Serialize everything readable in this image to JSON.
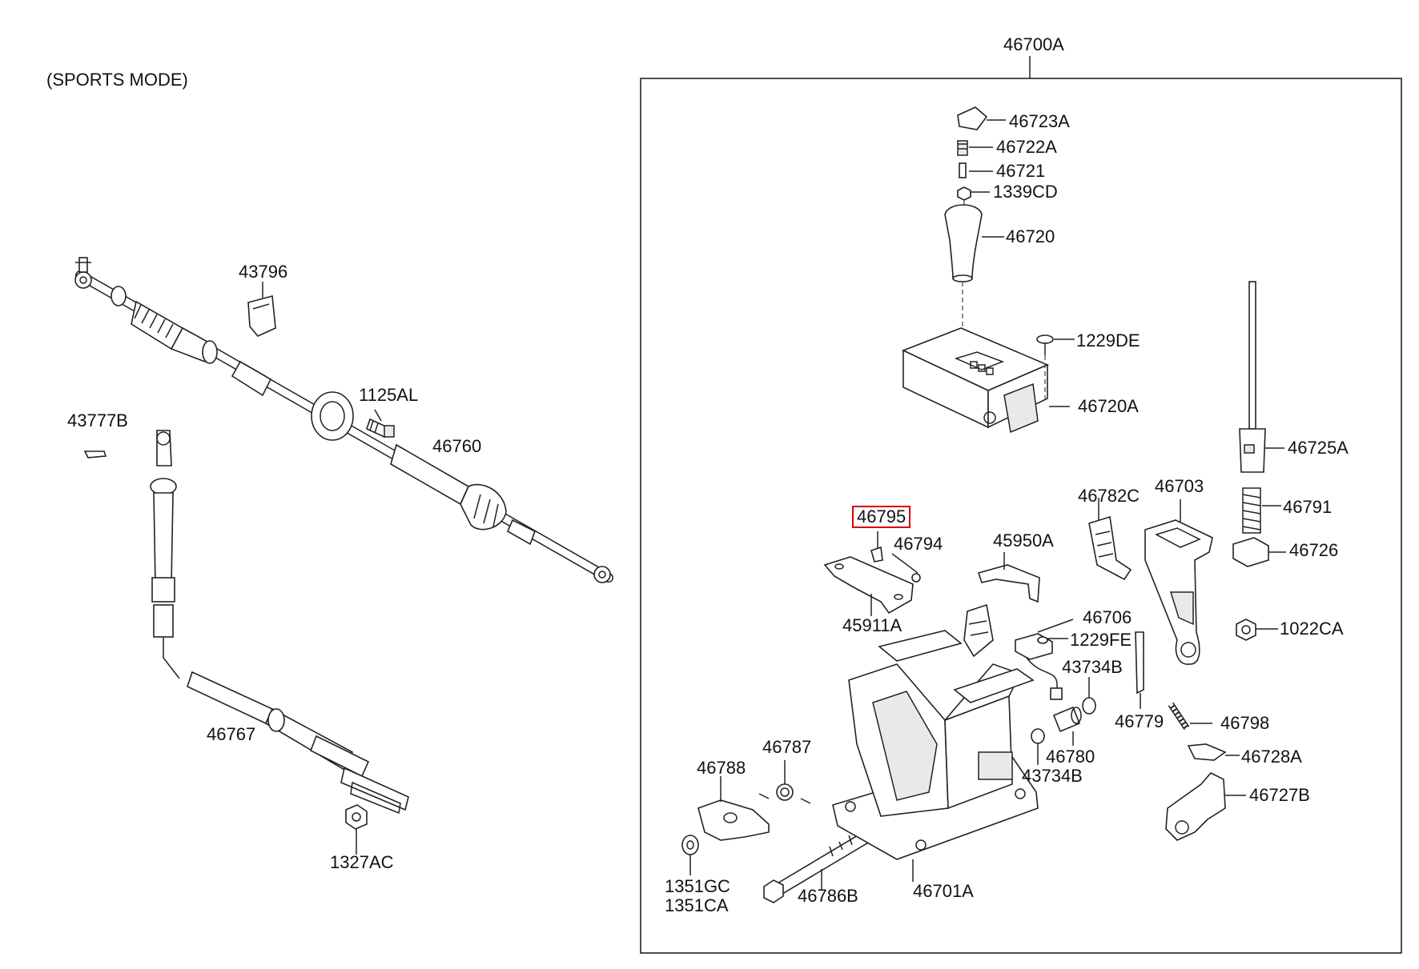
{
  "diagram": {
    "mode_caption": "(SPORTS MODE)",
    "assembly_number": "46700A",
    "highlighted_part": "46795",
    "highlight_color": "#d40000",
    "parts": {
      "p43796": "43796",
      "p1125AL": "1125AL",
      "p43777B": "43777B",
      "p46760": "46760",
      "p46767": "46767",
      "p1327AC": "1327AC",
      "p46723A": "46723A",
      "p46722A": "46722A",
      "p46721": "46721",
      "p1339CD": "1339CD",
      "p46720": "46720",
      "p1229DE": "1229DE",
      "p46720A": "46720A",
      "p46725A": "46725A",
      "p46782C": "46782C",
      "p46703": "46703",
      "p46791": "46791",
      "p46726": "46726",
      "p46794": "46794",
      "p45950A": "45950A",
      "p45911A": "45911A",
      "p46706": "46706",
      "p1229FE": "1229FE",
      "p1022CA": "1022CA",
      "p43734B_top": "43734B",
      "p46779": "46779",
      "p46798": "46798",
      "p46780": "46780",
      "p43734B_bottom": "43734B",
      "p46728A": "46728A",
      "p46787": "46787",
      "p46788": "46788",
      "p46727B": "46727B",
      "p1351GC": "1351GC",
      "p1351CA": "1351CA",
      "p46786B": "46786B",
      "p46701A": "46701A"
    }
  }
}
